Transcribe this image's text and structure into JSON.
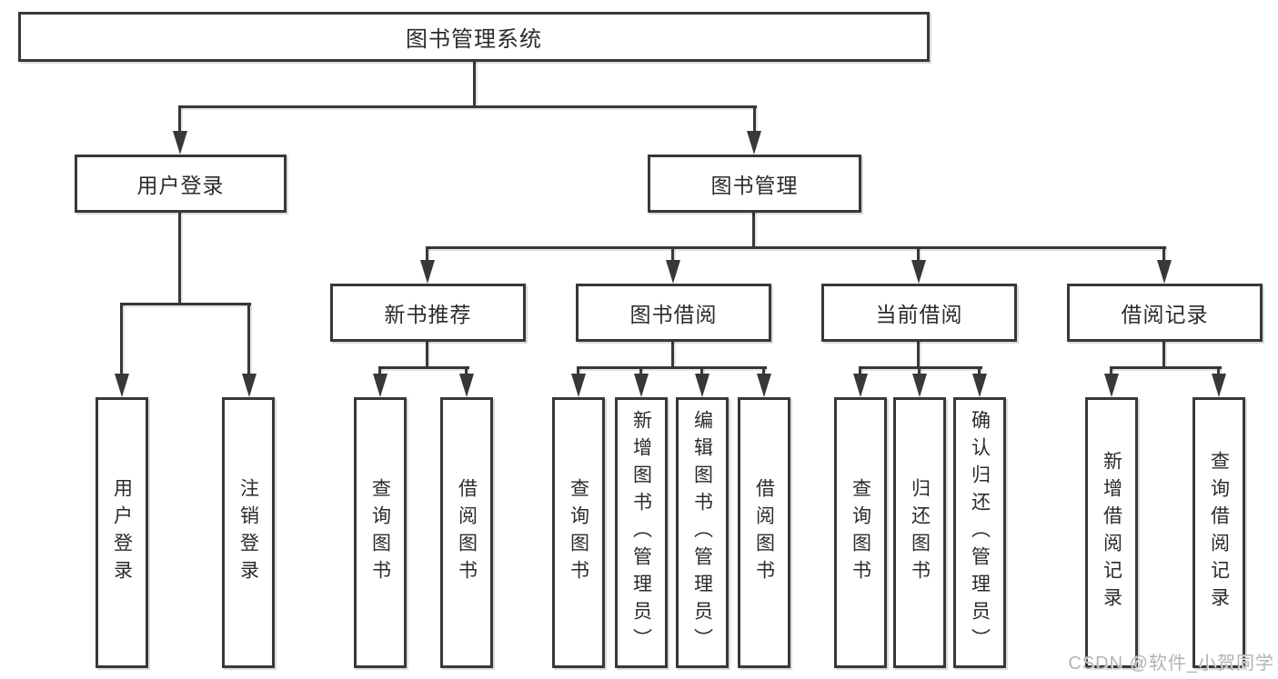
{
  "diagram": {
    "root": {
      "label": "图书管理系统"
    },
    "level2": [
      {
        "label": "用户登录"
      },
      {
        "label": "图书管理"
      }
    ],
    "level3": [
      {
        "label": "新书推荐"
      },
      {
        "label": "图书借阅"
      },
      {
        "label": "当前借阅"
      },
      {
        "label": "借阅记录"
      }
    ],
    "leaves": {
      "user_login": [
        {
          "label": "用户登录"
        },
        {
          "label": "注销登录"
        }
      ],
      "new_book": [
        {
          "label": "查询图书"
        },
        {
          "label": "借阅图书"
        }
      ],
      "book_borrow": [
        {
          "label": "查询图书"
        },
        {
          "label": "新增图书（管理员）"
        },
        {
          "label": "编辑图书（管理员）"
        },
        {
          "label": "借阅图书"
        }
      ],
      "current_borrow": [
        {
          "label": "查询图书"
        },
        {
          "label": "归还图书"
        },
        {
          "label": "确认归还（管理员）"
        }
      ],
      "borrow_record": [
        {
          "label": "新增借阅记录"
        },
        {
          "label": "查询借阅记录"
        }
      ]
    }
  },
  "watermark": {
    "text": "CSDN @软件_小贺同学"
  },
  "colors": {
    "line": "#383838",
    "text": "#2b2b2b",
    "watermark": "#b3b3b3",
    "background": "#ffffff"
  }
}
